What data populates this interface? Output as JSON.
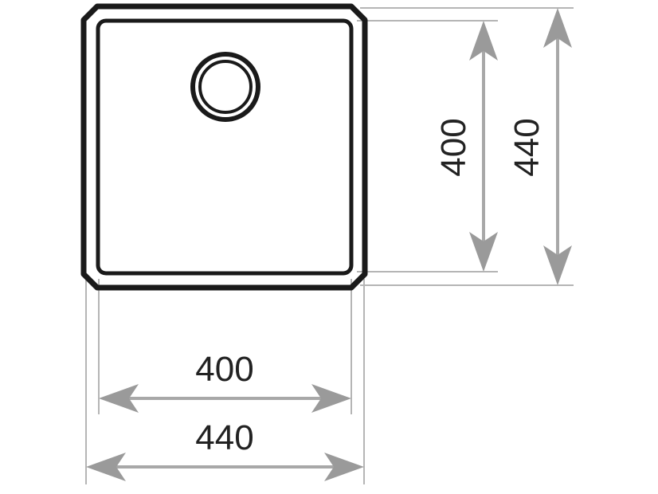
{
  "dimensions": {
    "inner_width": "400",
    "outer_width": "440",
    "inner_height": "400",
    "outer_height": "440"
  },
  "colors": {
    "outline": "#1a1a1a",
    "dimension_line": "#a8a8a8",
    "arrow": "#9a9a9a",
    "text": "#222222",
    "background": "#ffffff"
  },
  "icons": {
    "drain": "drain-icon"
  }
}
